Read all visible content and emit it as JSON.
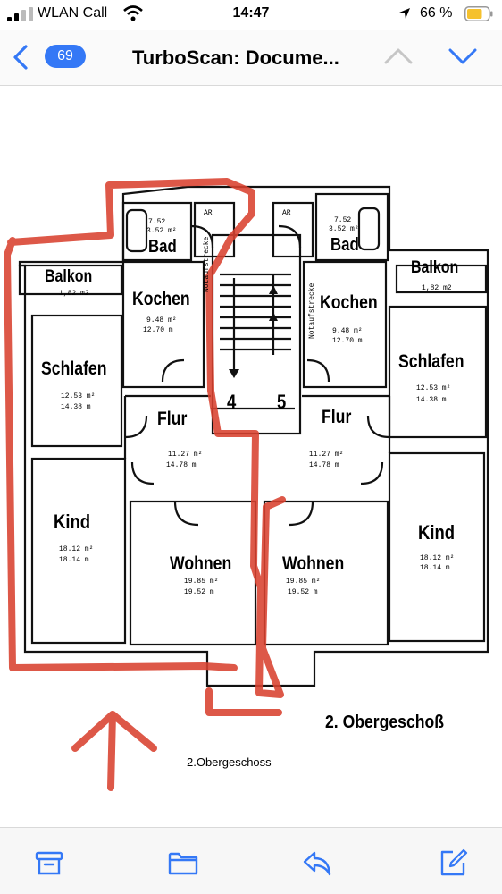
{
  "status": {
    "carrier": "WLAN Call",
    "time": "14:47",
    "battery": "66 %"
  },
  "nav": {
    "count": "69",
    "title": "TurboScan: Docume..."
  },
  "plan": {
    "rooms_left": {
      "bad": "Bad",
      "bad_area": "7.52",
      "bad_area2": "3.52 m²",
      "ar": "AR",
      "balkon": "Balkon",
      "balkon_area": "1,82 m2",
      "kochen": "Kochen",
      "kochen_a": "9.48 m²",
      "kochen_b": "12.70 m",
      "schlafen": "Schlafen",
      "schlafen_a": "12.53 m²",
      "schlafen_b": "14.38 m",
      "flur": "Flur",
      "flur_a": "11.27 m²",
      "flur_b": "14.78 m",
      "kind": "Kind",
      "kind_a": "18.12 m²",
      "kind_b": "18.14 m",
      "wohnen": "Wohnen",
      "wohnen_a": "19.85 m²",
      "wohnen_b": "19.52 m"
    },
    "rooms_right": {
      "bad": "Bad",
      "bad_area": "7.52",
      "bad_area2": "3.52 m²",
      "ar": "AR",
      "balkon": "Balkon",
      "balkon_area": "1,82 m2",
      "kochen": "Kochen",
      "kochen_a": "9.48 m²",
      "kochen_b": "12.70 m",
      "schlafen": "Schlafen",
      "schlafen_a": "12.53 m²",
      "schlafen_b": "14.38 m",
      "flur": "Flur",
      "flur_a": "11.27 m²",
      "flur_b": "14.78 m",
      "kind": "Kind",
      "kind_a": "18.12 m²",
      "kind_b": "18.14 m",
      "wohnen": "Wohnen",
      "wohnen_a": "19.85 m²",
      "wohnen_b": "19.52 m"
    },
    "stair_label": "Notaufstrecke",
    "apt_left": "4",
    "apt_right": "5",
    "heading": "2. Obergeschoß",
    "caption": "2.Obergeschoss",
    "marker_color": "#d9412f"
  },
  "toolbar": {
    "icons": [
      "archive-icon",
      "folder-icon",
      "reply-icon",
      "compose-icon"
    ],
    "accent": "#3478f6"
  }
}
